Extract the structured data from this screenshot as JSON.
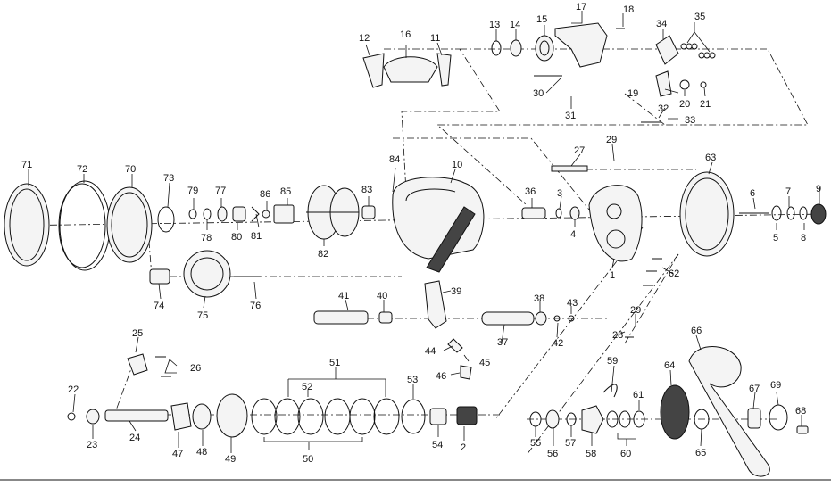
{
  "diagram": {
    "labels": [
      {
        "id": "1",
        "text": "1"
      },
      {
        "id": "2",
        "text": "2"
      },
      {
        "id": "3",
        "text": "3"
      },
      {
        "id": "4",
        "text": "4"
      },
      {
        "id": "5",
        "text": "5"
      },
      {
        "id": "6",
        "text": "6"
      },
      {
        "id": "7",
        "text": "7"
      },
      {
        "id": "8",
        "text": "8"
      },
      {
        "id": "9",
        "text": "9"
      },
      {
        "id": "10",
        "text": "10"
      },
      {
        "id": "11",
        "text": "11"
      },
      {
        "id": "12",
        "text": "12"
      },
      {
        "id": "13",
        "text": "13"
      },
      {
        "id": "14",
        "text": "14"
      },
      {
        "id": "15",
        "text": "15"
      },
      {
        "id": "16",
        "text": "16"
      },
      {
        "id": "17",
        "text": "17"
      },
      {
        "id": "18",
        "text": "18"
      },
      {
        "id": "19",
        "text": "19"
      },
      {
        "id": "20",
        "text": "20"
      },
      {
        "id": "21",
        "text": "21"
      },
      {
        "id": "22",
        "text": "22"
      },
      {
        "id": "23",
        "text": "23"
      },
      {
        "id": "24",
        "text": "24"
      },
      {
        "id": "25",
        "text": "25"
      },
      {
        "id": "26",
        "text": "26"
      },
      {
        "id": "27",
        "text": "27"
      },
      {
        "id": "28",
        "text": "28"
      },
      {
        "id": "29a",
        "text": "29"
      },
      {
        "id": "29b",
        "text": "29"
      },
      {
        "id": "30",
        "text": "30"
      },
      {
        "id": "31",
        "text": "31"
      },
      {
        "id": "32",
        "text": "32"
      },
      {
        "id": "33",
        "text": "33"
      },
      {
        "id": "34",
        "text": "34"
      },
      {
        "id": "35",
        "text": "35"
      },
      {
        "id": "36",
        "text": "36"
      },
      {
        "id": "37",
        "text": "37"
      },
      {
        "id": "38",
        "text": "38"
      },
      {
        "id": "39",
        "text": "39"
      },
      {
        "id": "40",
        "text": "40"
      },
      {
        "id": "41",
        "text": "41"
      },
      {
        "id": "42",
        "text": "42"
      },
      {
        "id": "43",
        "text": "43"
      },
      {
        "id": "44",
        "text": "44"
      },
      {
        "id": "45",
        "text": "45"
      },
      {
        "id": "46",
        "text": "46"
      },
      {
        "id": "47",
        "text": "47"
      },
      {
        "id": "48",
        "text": "48"
      },
      {
        "id": "49",
        "text": "49"
      },
      {
        "id": "50",
        "text": "50"
      },
      {
        "id": "51",
        "text": "51"
      },
      {
        "id": "52",
        "text": "52"
      },
      {
        "id": "53",
        "text": "53"
      },
      {
        "id": "54",
        "text": "54"
      },
      {
        "id": "55",
        "text": "55"
      },
      {
        "id": "56",
        "text": "56"
      },
      {
        "id": "57",
        "text": "57"
      },
      {
        "id": "58",
        "text": "58"
      },
      {
        "id": "59",
        "text": "59"
      },
      {
        "id": "60",
        "text": "60"
      },
      {
        "id": "61",
        "text": "61"
      },
      {
        "id": "62",
        "text": "62"
      },
      {
        "id": "63",
        "text": "63"
      },
      {
        "id": "64",
        "text": "64"
      },
      {
        "id": "65",
        "text": "65"
      },
      {
        "id": "66",
        "text": "66"
      },
      {
        "id": "67",
        "text": "67"
      },
      {
        "id": "68",
        "text": "68"
      },
      {
        "id": "69",
        "text": "69"
      },
      {
        "id": "70",
        "text": "70"
      },
      {
        "id": "71",
        "text": "71"
      },
      {
        "id": "72",
        "text": "72"
      },
      {
        "id": "73",
        "text": "73"
      },
      {
        "id": "74",
        "text": "74"
      },
      {
        "id": "75",
        "text": "75"
      },
      {
        "id": "76",
        "text": "76"
      },
      {
        "id": "77",
        "text": "77"
      },
      {
        "id": "78",
        "text": "78"
      },
      {
        "id": "79",
        "text": "79"
      },
      {
        "id": "80",
        "text": "80"
      },
      {
        "id": "81",
        "text": "81"
      },
      {
        "id": "82",
        "text": "82"
      },
      {
        "id": "83",
        "text": "83"
      },
      {
        "id": "84",
        "text": "84"
      },
      {
        "id": "85",
        "text": "85"
      },
      {
        "id": "86",
        "text": "86"
      }
    ]
  }
}
